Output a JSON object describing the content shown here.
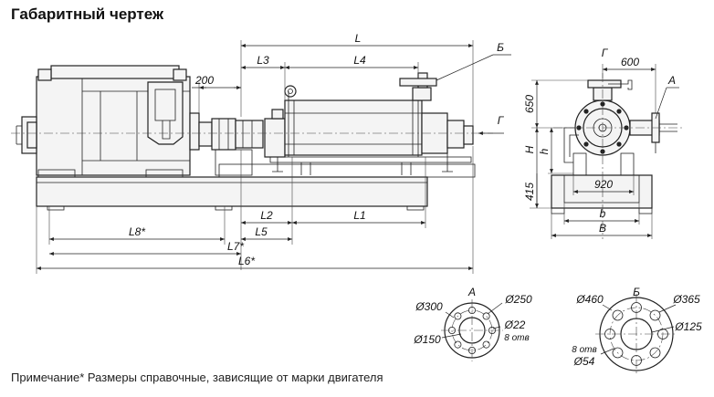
{
  "title": "Габаритный чертеж",
  "note": "Примечание* Размеры справочные, зависящие от марки двигателя",
  "side_view": {
    "labels": {
      "L": "L",
      "L1": "L1",
      "L2": "L2",
      "L3": "L3",
      "L4": "L4",
      "L5": "L5",
      "L6": "L6*",
      "L7": "L7*",
      "L8": "L8*",
      "d200": "200",
      "B": "Б",
      "G": "Г"
    }
  },
  "end_view": {
    "labels": {
      "G": "Г",
      "d600": "600",
      "A": "А",
      "d650": "650",
      "H": "H",
      "h": "h",
      "d415": "415",
      "d920": "920",
      "b": "b",
      "B": "B"
    }
  },
  "flange_A": {
    "title": "А",
    "d_outer": "Ø300",
    "d_bolt_circle": "Ø250",
    "d_hole": "Ø22",
    "holes": "8 отв",
    "d_inner": "Ø150"
  },
  "flange_B": {
    "title": "Б",
    "d_outer": "Ø460",
    "d_bolt_circle": "Ø365",
    "d_inner": "Ø125",
    "holes": "8 отв",
    "d_hole": "Ø54"
  }
}
